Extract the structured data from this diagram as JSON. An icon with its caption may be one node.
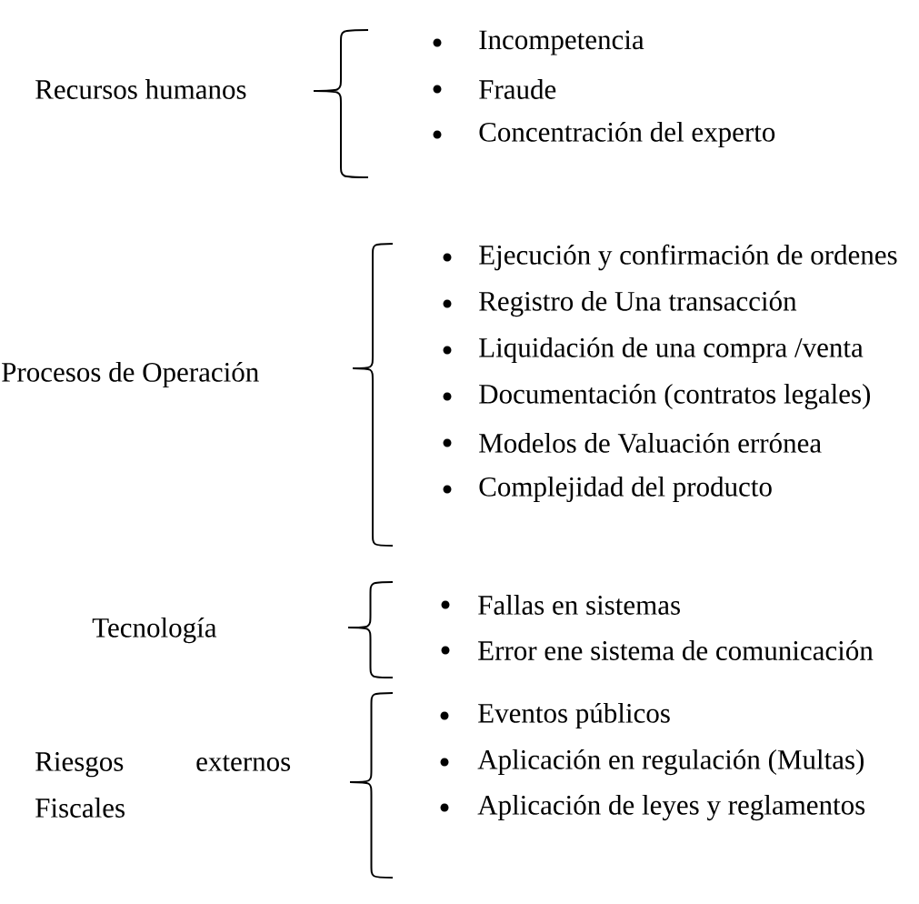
{
  "diagram": {
    "labels": [
      "Recursos humanos",
      "Incompetencia",
      "Fraude",
      "Concentración del experto",
      "Procesos de Operación",
      "Ejecución y confirmación de ordenes",
      "Registro de Una transacción",
      "Liquidación de una compra /venta",
      "Documentación (contratos legales)",
      "Modelos de Valuación errónea",
      "Complejidad del producto",
      "Tecnología",
      "Fallas en sistemas",
      "Error ene sistema de comunicación",
      "Riesgos externos Fiscales",
      "Eventos públicos",
      "Aplicación en regulación (Multas)",
      "Aplicación de leyes y reglamentos"
    ]
  }
}
